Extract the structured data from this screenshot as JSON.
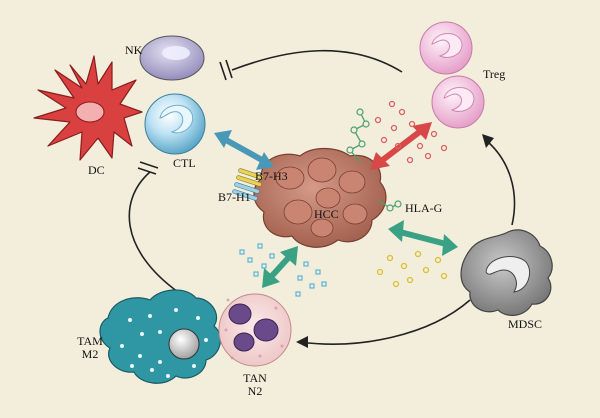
{
  "labels": {
    "nk": "NK",
    "dc": "DC",
    "ctl": "CTL",
    "treg": "Treg",
    "b7h3": "B7-H3",
    "b7h1": "B7-H1",
    "hcc": "HCC",
    "hlag": "HLA-G",
    "mdsc": "MDSC",
    "tam_line1": "TAM",
    "tam_line2": "M2",
    "tan_line1": "TAN",
    "tan_line2": "N2"
  },
  "colors": {
    "background": "#f3eedc",
    "dc": "#d94040",
    "ctl": "#8fcbe6",
    "nk": "#b8b3d6",
    "treg": "#f0b8d8",
    "hcc": "#b86e5c",
    "mdsc": "#8a8a8a",
    "tam": "#2f97a3",
    "tan": "#f5dcdc",
    "arrow_blue": "#4a98b8",
    "arrow_red": "#d84848",
    "arrow_green": "#3aa184",
    "inhibit_line": "#222222"
  }
}
